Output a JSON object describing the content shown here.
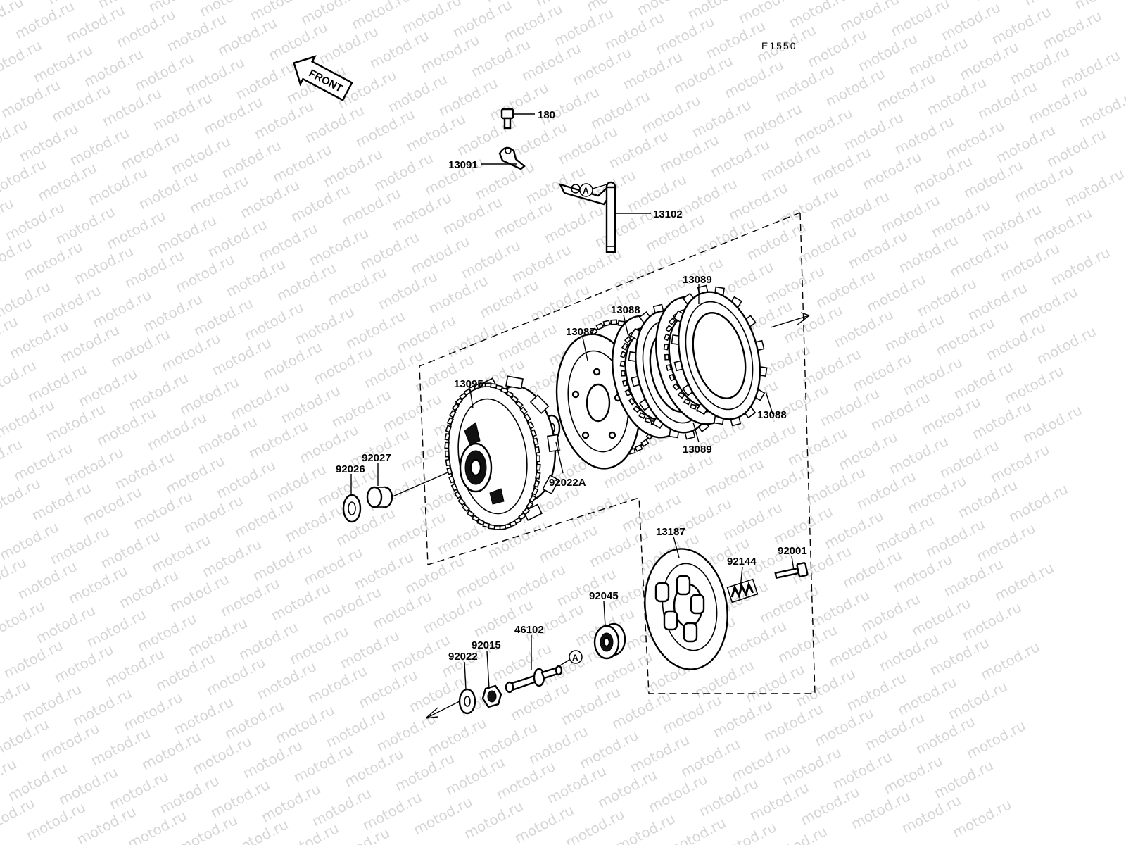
{
  "diagram": {
    "code": "E1550",
    "front_label": "FRONT",
    "watermark": "motod.ru",
    "ref_marker": "A",
    "part_labels": [
      {
        "id": "180",
        "text": "180"
      },
      {
        "id": "13091",
        "text": "13091"
      },
      {
        "id": "13102",
        "text": "13102"
      },
      {
        "id": "13089-top",
        "text": "13089"
      },
      {
        "id": "13088-top",
        "text": "13088"
      },
      {
        "id": "13087",
        "text": "13087"
      },
      {
        "id": "13095",
        "text": "13095"
      },
      {
        "id": "92027",
        "text": "92027"
      },
      {
        "id": "92026",
        "text": "92026"
      },
      {
        "id": "92022A",
        "text": "92022A"
      },
      {
        "id": "13088-bottom",
        "text": "13088"
      },
      {
        "id": "13089-bottom",
        "text": "13089"
      },
      {
        "id": "13187",
        "text": "13187"
      },
      {
        "id": "92144",
        "text": "92144"
      },
      {
        "id": "92001",
        "text": "92001"
      },
      {
        "id": "92045",
        "text": "92045"
      },
      {
        "id": "46102",
        "text": "46102"
      },
      {
        "id": "92015",
        "text": "92015"
      },
      {
        "id": "92022",
        "text": "92022"
      }
    ]
  }
}
